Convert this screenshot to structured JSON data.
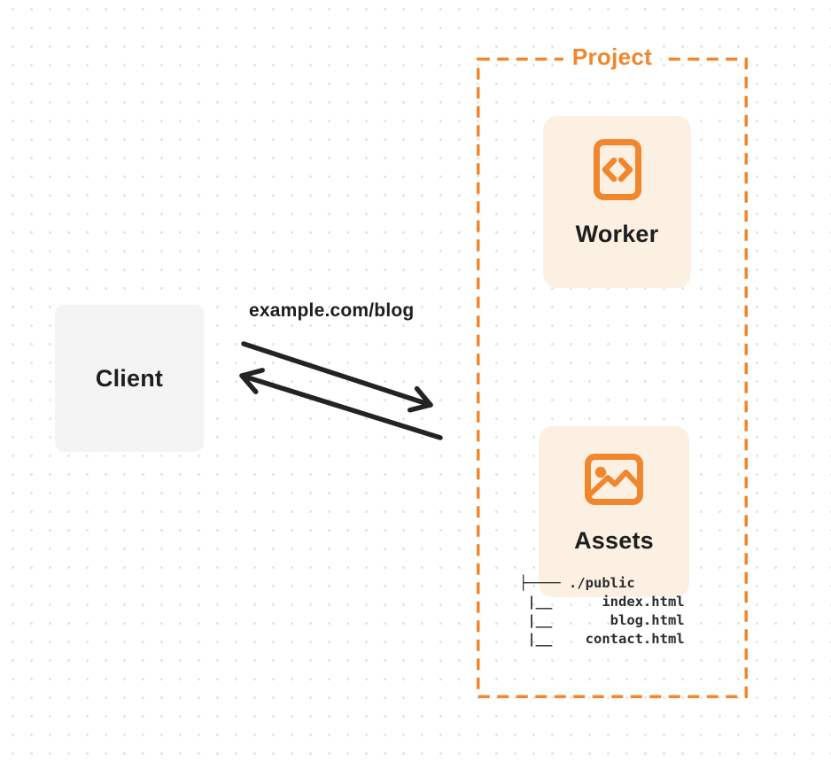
{
  "colors": {
    "orange": "#f0862d",
    "cream_card_bg": "#fbf0e1",
    "client_card_bg": "#f4f4f5",
    "arrow": "#232323",
    "dark_text": "#1e1e1e"
  },
  "client": {
    "label": "Client"
  },
  "request": {
    "url_label": "example.com/blog"
  },
  "project": {
    "label": "Project",
    "worker": {
      "label": "Worker",
      "icon": "code-file-icon"
    },
    "assets": {
      "label": "Assets",
      "icon": "image-icon",
      "file_tree": [
        "├──── ./public",
        " |__      index.html",
        " |__       blog.html",
        " |__    contact.html"
      ]
    }
  }
}
